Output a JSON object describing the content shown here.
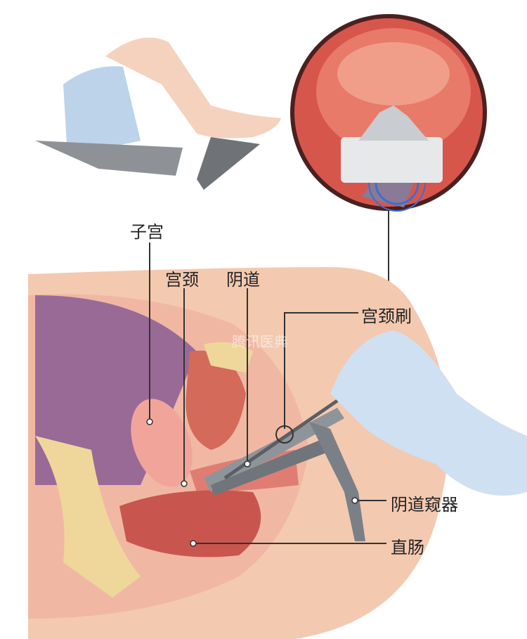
{
  "labels": {
    "uterus": "子宫",
    "cervix": "宫颈",
    "vagina": "阴道",
    "cervical_brush": "宫颈刷",
    "speculum": "阴道窥器",
    "rectum": "直肠"
  },
  "watermark": "腾讯医典",
  "colors": {
    "skin": "#f3c9b0",
    "tissue": "#e88c80",
    "purple": "#9a6a97",
    "glove": "#cfe0f2",
    "inset": "#d7564c"
  }
}
